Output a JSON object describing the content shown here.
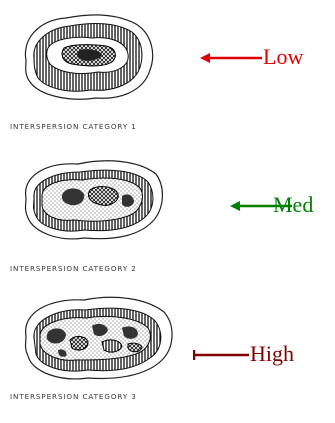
{
  "panels": [
    {
      "caption": "INTERSPERSION CATEGORY 1",
      "label": "Low",
      "color": "#e00000"
    },
    {
      "caption": "INTERSPERSION CATEGORY 2",
      "label": "Med",
      "color": "#008000"
    },
    {
      "caption": "INTERSPERSION CATEGORY 3",
      "label": "High",
      "color": "#800000"
    }
  ]
}
